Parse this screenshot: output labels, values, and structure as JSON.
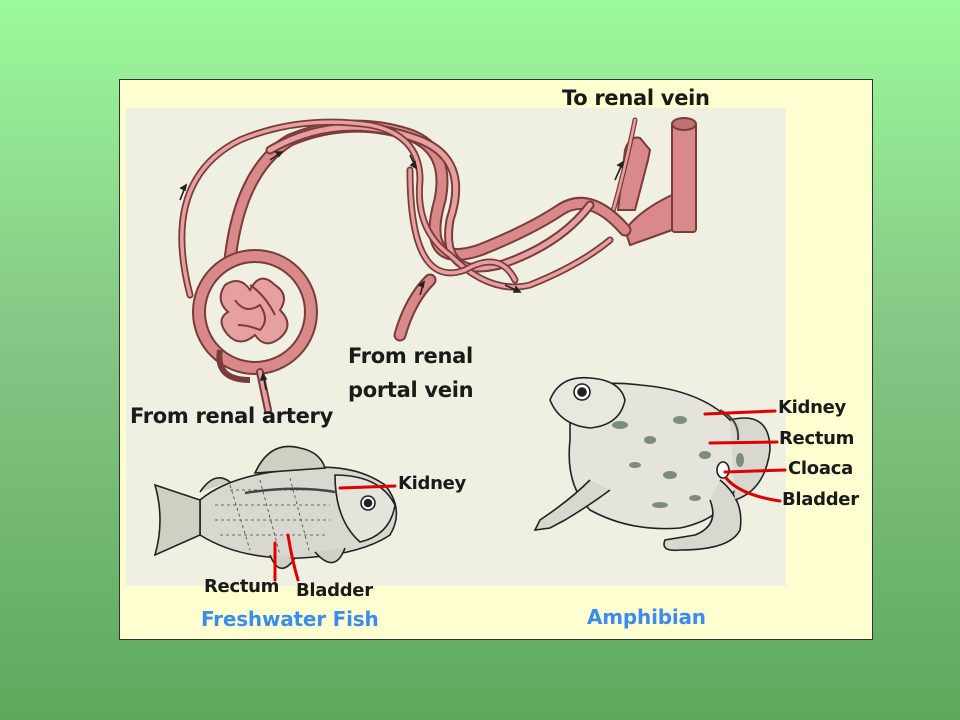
{
  "nephron": {
    "to_renal_vein": "To renal vein",
    "from_renal_portal_vein_l1": "From renal",
    "from_renal_portal_vein_l2": "portal vein",
    "from_renal_artery": "From renal artery"
  },
  "fish": {
    "kidney": "Kidney",
    "rectum": "Rectum",
    "bladder": "Bladder",
    "caption": "Freshwater Fish"
  },
  "amphibian": {
    "kidney": "Kidney",
    "rectum": "Rectum",
    "cloaca": "Cloaca",
    "bladder": "Bladder",
    "caption": "Amphibian"
  },
  "colors": {
    "vessel_fill": "#d9898a",
    "vessel_outline": "#7a3b3b",
    "pointer_red": "#e00000",
    "caption_blue": "#3a8cf0",
    "panel_bg": "#fefed0",
    "inner_bg": "#efefe2"
  }
}
